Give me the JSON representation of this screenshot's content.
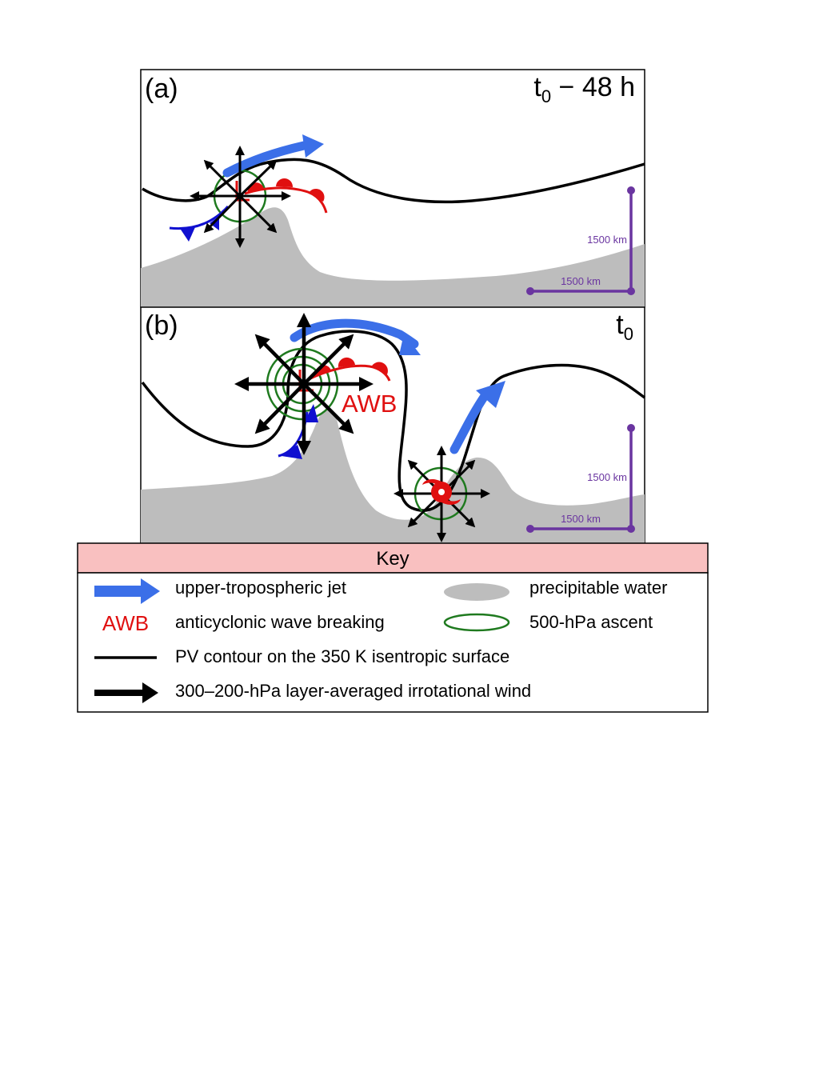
{
  "panel_a": {
    "label": "(a)",
    "time_base": "t",
    "time_sub": "0",
    "time_suffix": " − 48 h",
    "scale_vertical": "1500 km",
    "scale_horizontal": "1500 km"
  },
  "panel_b": {
    "label": "(b)",
    "time_base": "t",
    "time_sub": "0",
    "awb_label": "AWB",
    "scale_vertical": "1500 km",
    "scale_horizontal": "1500 km"
  },
  "key": {
    "title": "Key",
    "jet": "upper-tropospheric jet",
    "precip": "precipitable water",
    "awb_symbol": "AWB",
    "awb": "anticyclonic wave breaking",
    "ascent": "500-hPa ascent",
    "pv": "PV contour on the 350 K isentropic surface",
    "wind": "300–200-hPa layer-averaged irrotational wind"
  },
  "colors": {
    "jet": "#3b6fe8",
    "precip": "#bdbdbd",
    "pv": "#000000",
    "ascent": "#1f7a1f",
    "front_warm": "#e01010",
    "front_cold": "#1010d0",
    "scale": "#6a35a0",
    "key_header": "#f9c0c0"
  }
}
